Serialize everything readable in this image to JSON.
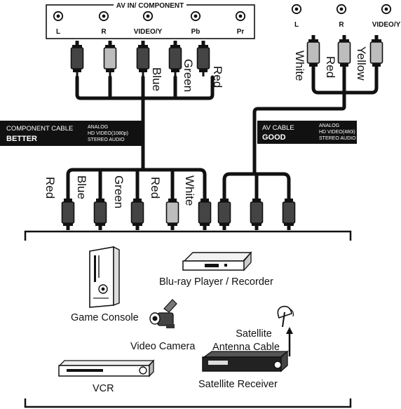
{
  "panel_left": {
    "title": "AV IN/ COMPONENT",
    "ports": [
      "L",
      "R",
      "VIDEO/Y",
      "Pb",
      "Pr"
    ]
  },
  "panel_right": {
    "ports": [
      "L",
      "R",
      "VIDEO/Y"
    ]
  },
  "top_left_labels": [
    "Blue",
    "Green",
    "Red"
  ],
  "top_right_labels": [
    "White",
    "Red",
    "Yellow"
  ],
  "component_band": {
    "line1": "COMPONENT CABLE",
    "line2": "BETTER",
    "spec1": "ANALOG",
    "spec2": "HD VIDEO(1080p)",
    "spec3": "STEREO AUDIO"
  },
  "av_band": {
    "line1": "AV CABLE",
    "line2": "GOOD",
    "spec1": "ANALOG",
    "spec2": "HD VIDEO(480i)",
    "spec3": "STEREO AUDIO"
  },
  "bottom_labels": [
    "Red",
    "Blue",
    "Green",
    "Red",
    "White"
  ],
  "devices": {
    "bluray": "Blu-ray Player / Recorder",
    "game": "Game Console",
    "camera": "Video Camera",
    "satellite1": "Satellite",
    "satellite2": "Antenna Cable",
    "vcr": "VCR",
    "receiver": "Satellite Receiver"
  },
  "colors": {
    "ink": "#111111",
    "plug_dark": "#444444",
    "plug_light": "#bdbdbd",
    "band": "#111111"
  }
}
